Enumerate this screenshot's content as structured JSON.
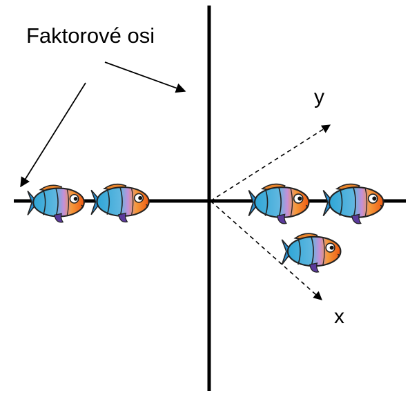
{
  "diagram": {
    "title": "Faktorové osi",
    "axis_y_label": "y",
    "axis_x_label": "x",
    "colors": {
      "axis": "#000000",
      "fish_body_left": "#2fa6d6",
      "fish_body_right": "#f26a1b",
      "fish_stripe": "#b98bd8",
      "fish_fin": "#5b3a9c",
      "fish_eye": "#ffffff"
    },
    "fish_count": 5,
    "icons": [
      "fish-icon",
      "arrow-icon"
    ]
  }
}
